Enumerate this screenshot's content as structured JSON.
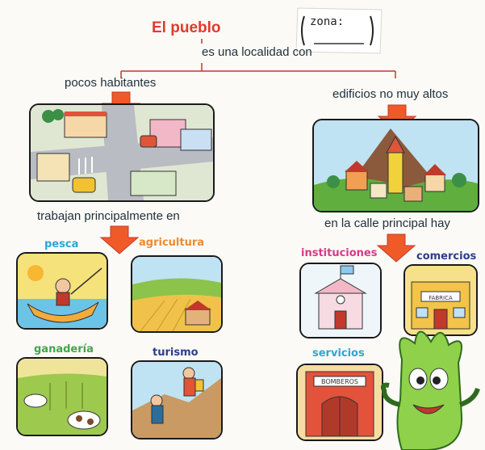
{
  "header": {
    "title": "El pueblo",
    "zona_label": "zona:",
    "subtitle": "es una localidad con"
  },
  "branches": {
    "left": "pocos habitantes",
    "right": "edificios no muy altos"
  },
  "sections": {
    "left": "trabajan principalmente en",
    "right": "en la calle principal hay"
  },
  "activities": [
    "pesca",
    "agricultura",
    "ganadería",
    "turismo"
  ],
  "street": [
    "instituciones",
    "comercios",
    "servicios"
  ],
  "signs": {
    "fabrica": "FÁBRICA",
    "bomberos": "BOMBEROS"
  },
  "colors": {
    "title": "#e03a2c",
    "pesca": "#2aa6d6",
    "agricultura": "#f08a30",
    "ganaderia": "#43a64a",
    "turismo": "#2c3e8a",
    "instituciones": "#d83a8a",
    "comercios": "#2c3e8a",
    "servicios": "#2aa6d6",
    "connector": "#c0392b",
    "arrow": "#f05a28"
  }
}
